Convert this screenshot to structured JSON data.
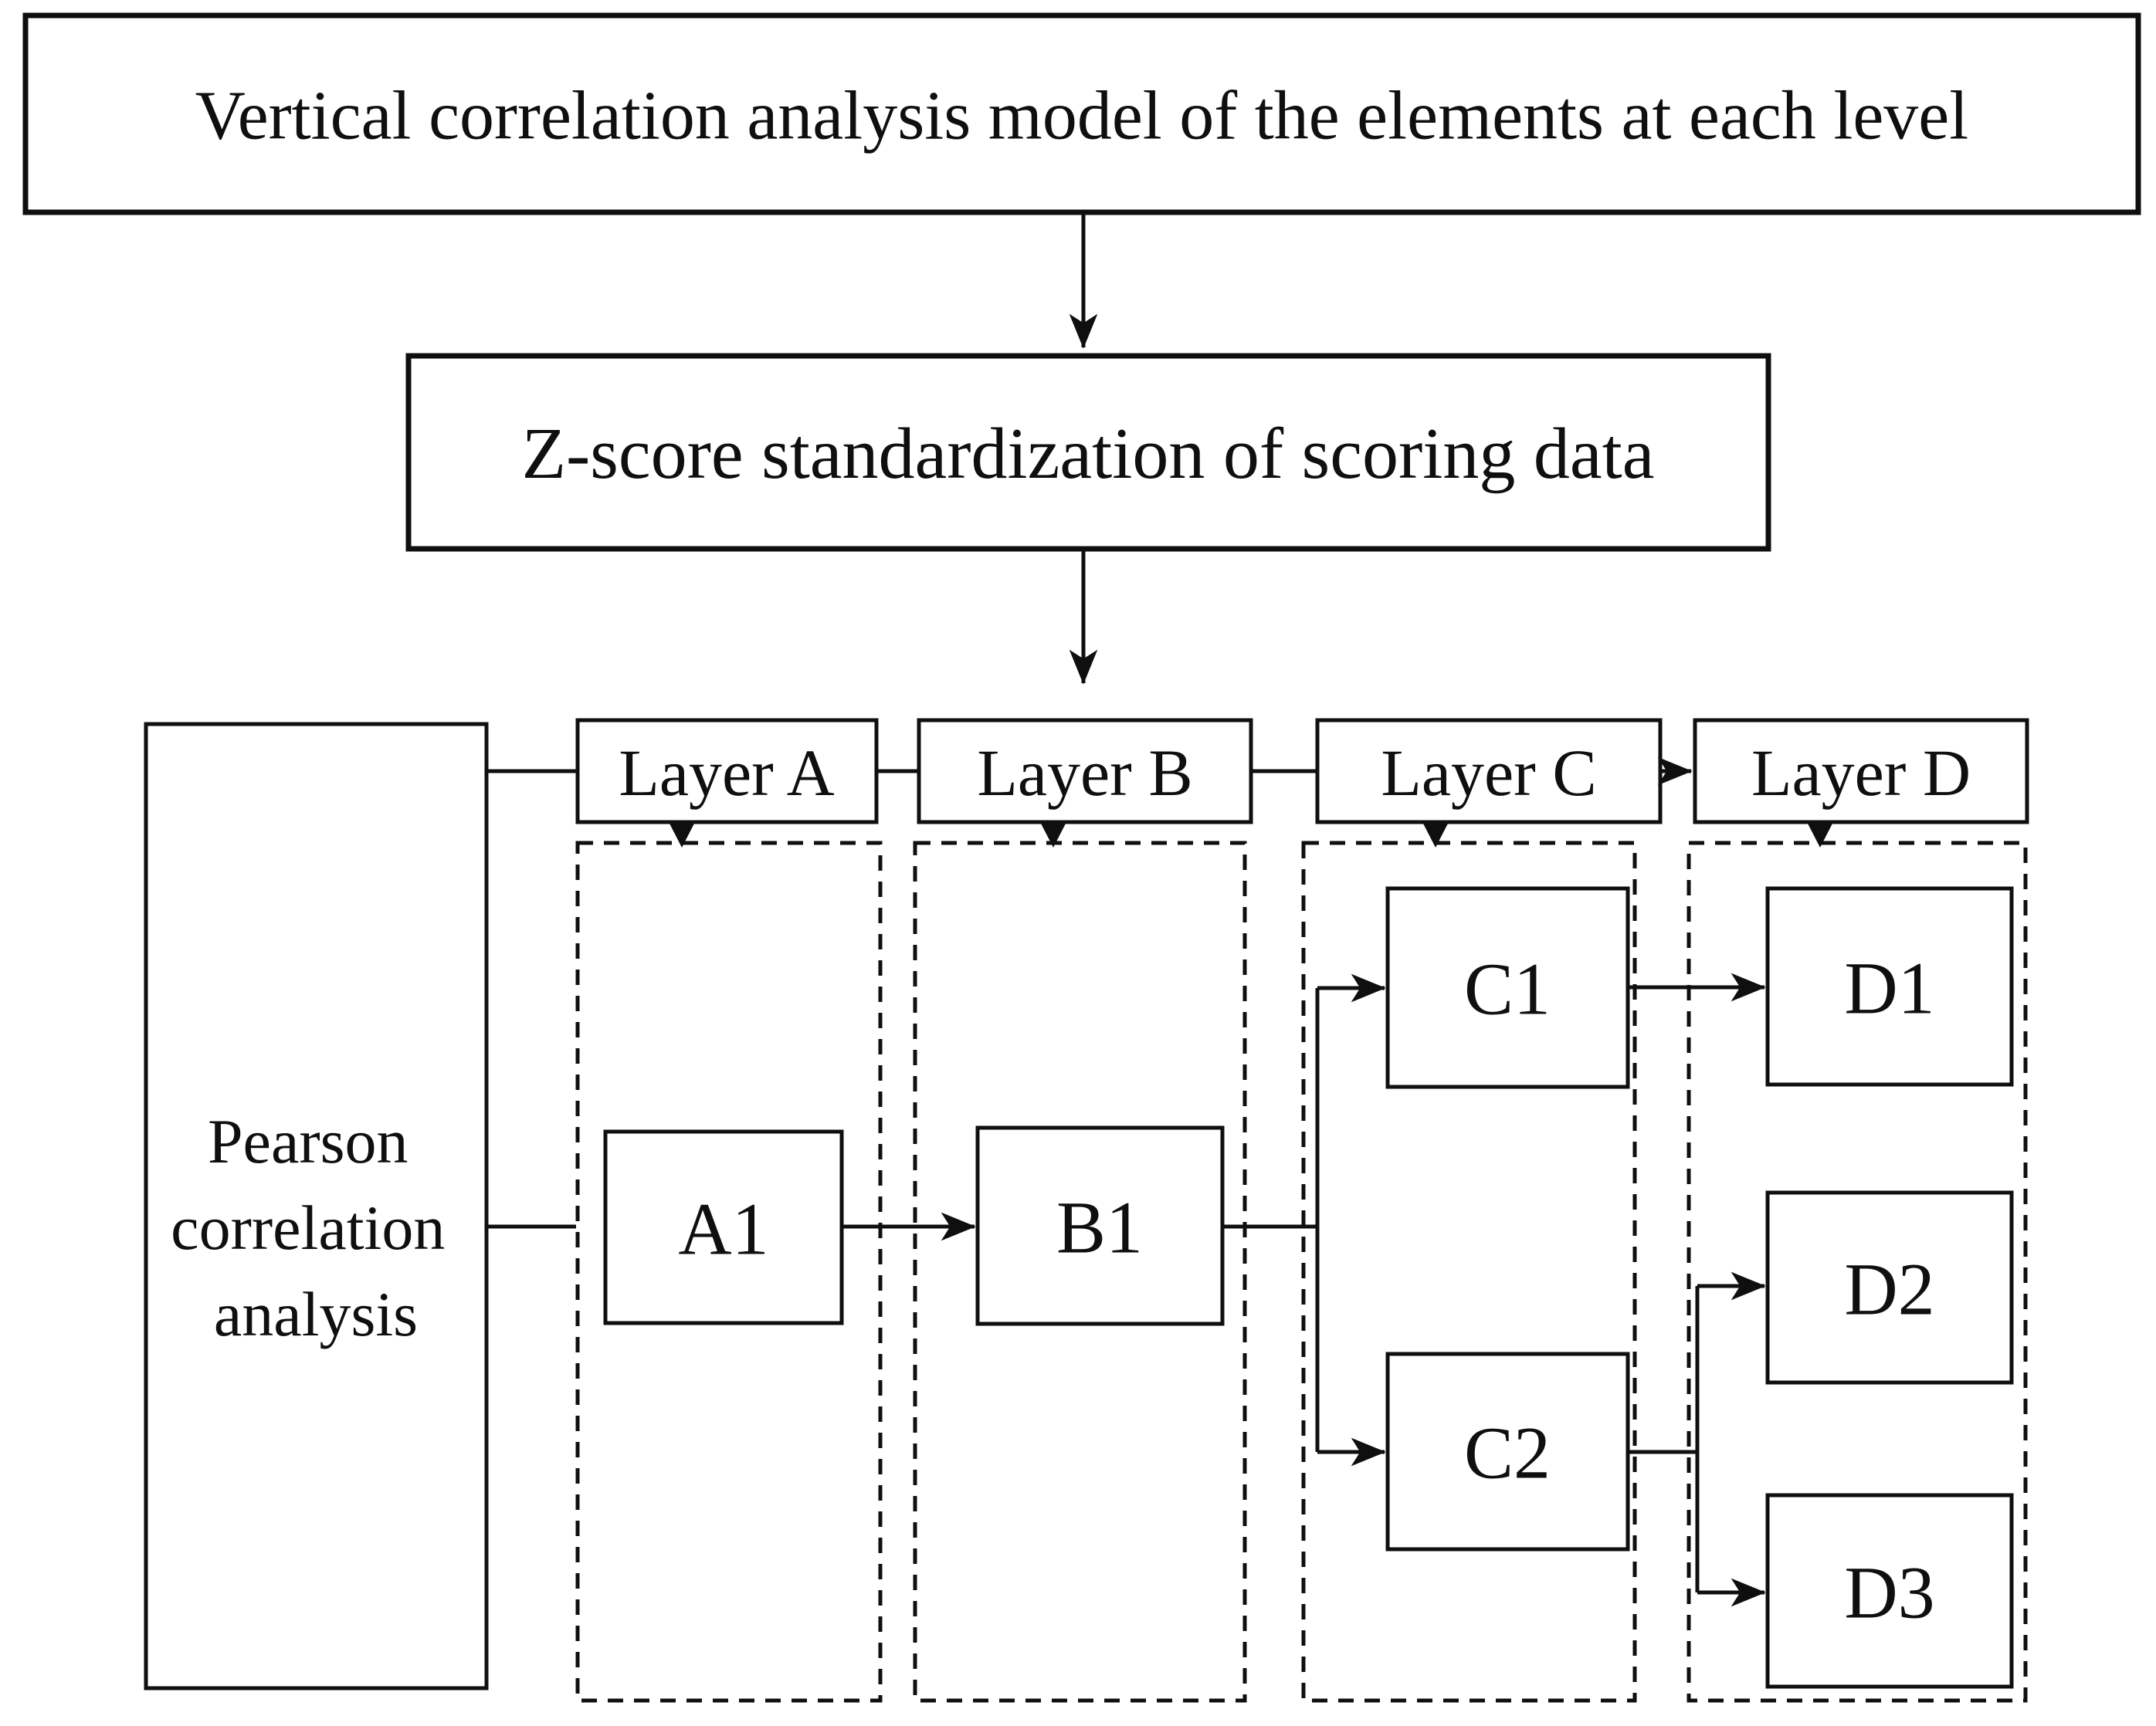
{
  "colors": {
    "ink": "#0f0f0f",
    "paper": "#ffffff"
  },
  "flow": {
    "title": "Vertical correlation analysis model of the elements at each level",
    "standardization": "Z-score standardization of scoring data"
  },
  "analysis_box": {
    "lines": [
      "Pearson",
      "correlation",
      "analysis"
    ]
  },
  "layers": [
    {
      "label": "Layer A",
      "nodes": [
        "A1"
      ]
    },
    {
      "label": "Layer B",
      "nodes": [
        "B1"
      ]
    },
    {
      "label": "Layer C",
      "nodes": [
        "C1",
        "C2"
      ]
    },
    {
      "label": "Layer D",
      "nodes": [
        "D1",
        "D2",
        "D3"
      ]
    }
  ],
  "edges": [
    {
      "from": "title",
      "to": "standardization",
      "arrow": true
    },
    {
      "from": "standardization",
      "to": "layer-row",
      "arrow": true
    },
    {
      "from": "Pearson correlation analysis",
      "to": "Layer A",
      "arrow": false
    },
    {
      "from": "Layer A",
      "to": "Layer B",
      "arrow": false
    },
    {
      "from": "Layer B",
      "to": "Layer C",
      "arrow": false
    },
    {
      "from": "Layer C",
      "to": "Layer D",
      "arrow": true
    },
    {
      "from": "Pearson correlation analysis",
      "to": "A1",
      "arrow": false
    },
    {
      "from": "A1",
      "to": "B1",
      "arrow": true
    },
    {
      "from": "B1",
      "to": "C1",
      "arrow": true
    },
    {
      "from": "B1",
      "to": "C2",
      "arrow": true
    },
    {
      "from": "C1",
      "to": "D1",
      "arrow": true
    },
    {
      "from": "C2",
      "to": "D2",
      "arrow": true
    },
    {
      "from": "C2",
      "to": "D3",
      "arrow": true
    }
  ]
}
